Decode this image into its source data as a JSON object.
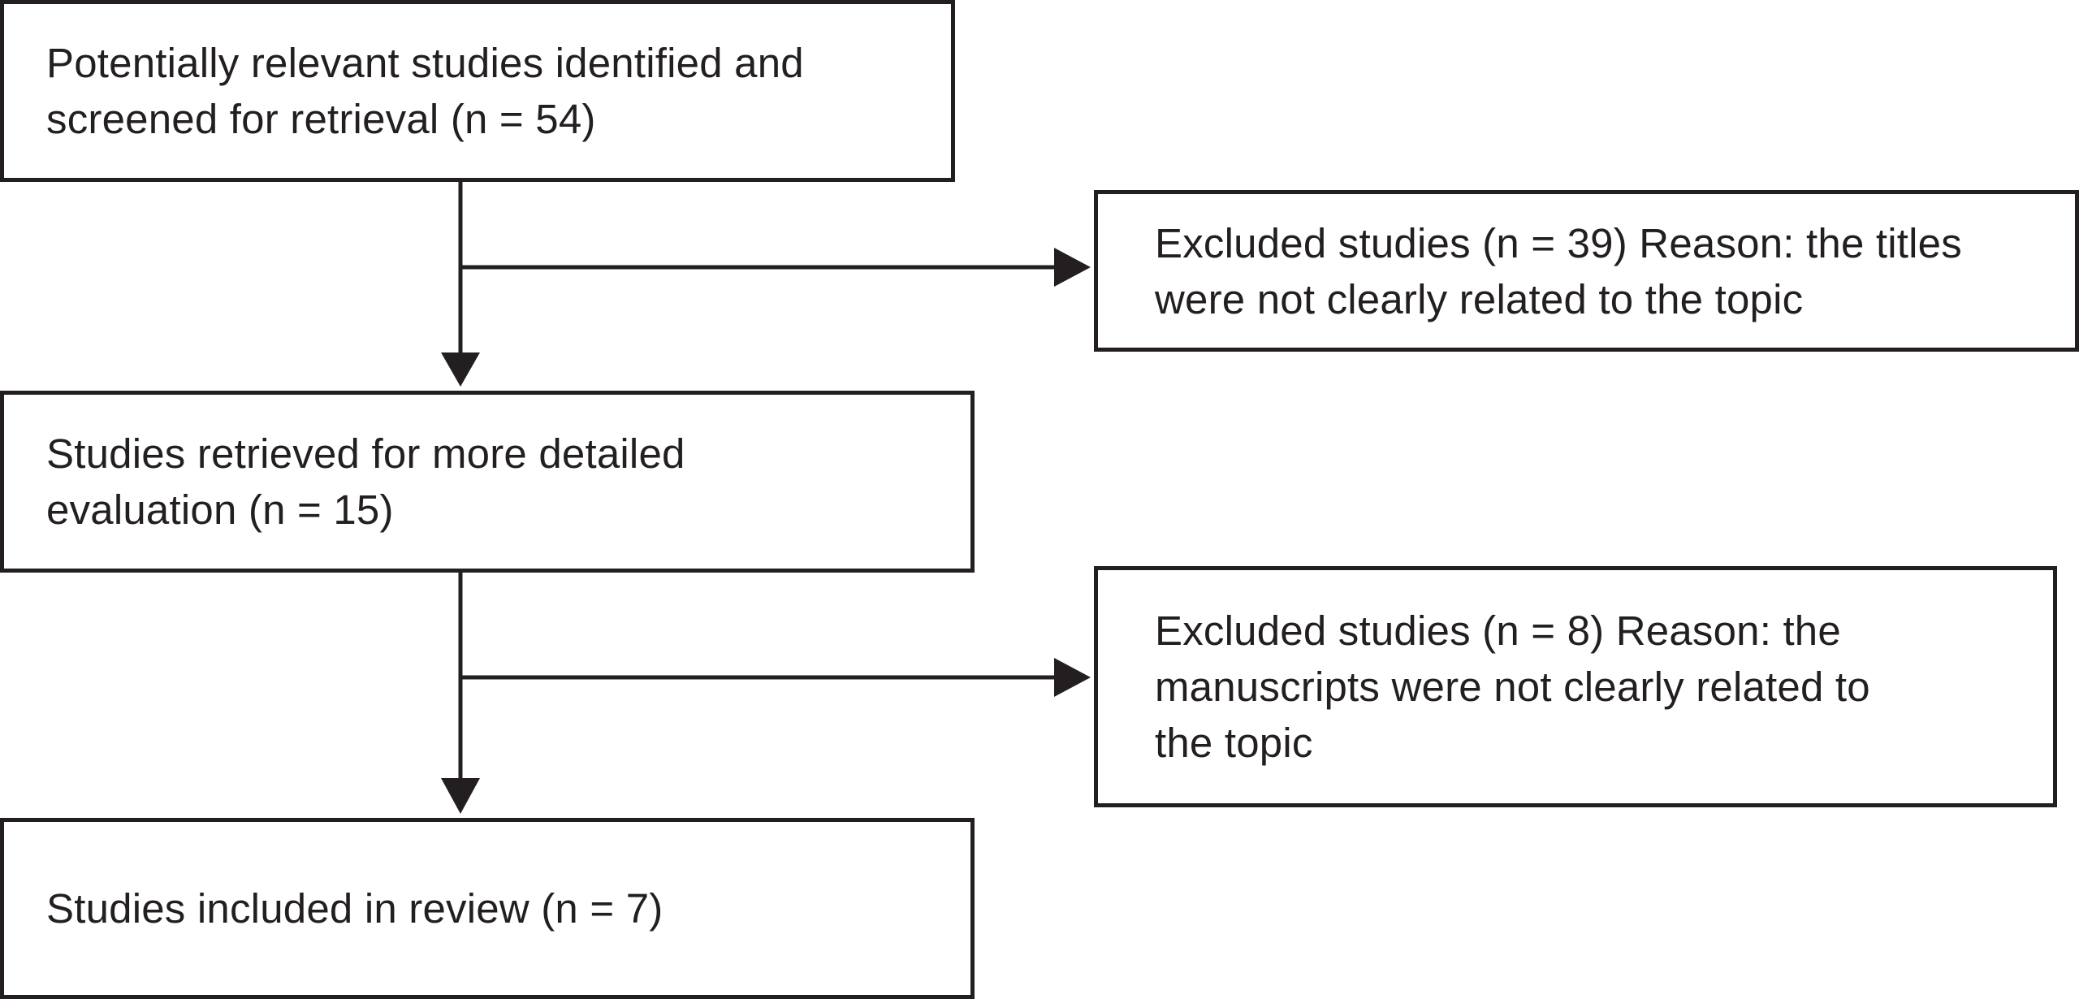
{
  "flowchart": {
    "identified": {
      "lines": [
        "Potentially relevant studies identified and",
        "screened for retrieval (n = 54)"
      ]
    },
    "retrieved": {
      "lines": [
        "Studies retrieved for more detailed",
        "evaluation (n = 15)"
      ]
    },
    "included": {
      "lines": [
        "Studies included in review  (n = 7)"
      ]
    },
    "excluded_titles": {
      "lines": [
        "Excluded studies (n = 39)  Reason: the titles",
        "were not clearly related to the topic"
      ]
    },
    "excluded_manuscripts": {
      "lines": [
        "Excluded studies (n = 8) Reason: the",
        "manuscripts were not clearly related to",
        "the topic"
      ]
    }
  },
  "colors": {
    "stroke": "#231f20",
    "background": "#ffffff"
  }
}
